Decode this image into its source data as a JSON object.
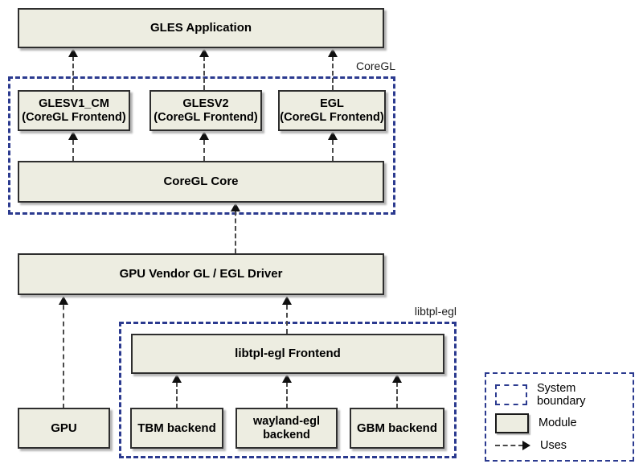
{
  "diagram": {
    "nodes": {
      "gles_app": {
        "label": "GLES Application"
      },
      "glesv1_cm": {
        "line1": "GLESV1_CM",
        "line2": "(CoreGL Frontend)"
      },
      "glesv2": {
        "line1": "GLESV2",
        "line2": "(CoreGL Frontend)"
      },
      "egl": {
        "line1": "EGL",
        "line2": "(CoreGL Frontend)"
      },
      "coregl_core": {
        "label": "CoreGL Core"
      },
      "gpu_driver": {
        "label": "GPU Vendor GL / EGL Driver"
      },
      "libtpl_frontend": {
        "label": "libtpl-egl Frontend"
      },
      "gpu": {
        "label": "GPU"
      },
      "tbm_backend": {
        "label": "TBM backend"
      },
      "wayland_backend": {
        "line1": "wayland-egl",
        "line2": "backend"
      },
      "gbm_backend": {
        "label": "GBM backend"
      }
    },
    "boundaries": {
      "coregl": {
        "label": "CoreGL"
      },
      "libtpl": {
        "label": "libtpl-egl"
      }
    },
    "edges": [
      {
        "from": "glesv1_cm",
        "to": "gles_app",
        "type": "uses"
      },
      {
        "from": "glesv2",
        "to": "gles_app",
        "type": "uses"
      },
      {
        "from": "egl",
        "to": "gles_app",
        "type": "uses"
      },
      {
        "from": "coregl_core",
        "to": "glesv1_cm",
        "type": "uses"
      },
      {
        "from": "coregl_core",
        "to": "glesv2",
        "type": "uses"
      },
      {
        "from": "coregl_core",
        "to": "egl",
        "type": "uses"
      },
      {
        "from": "gpu_driver",
        "to": "coregl_core",
        "type": "uses"
      },
      {
        "from": "gpu",
        "to": "gpu_driver",
        "type": "uses"
      },
      {
        "from": "libtpl_frontend",
        "to": "gpu_driver",
        "type": "uses"
      },
      {
        "from": "tbm_backend",
        "to": "libtpl_frontend",
        "type": "uses"
      },
      {
        "from": "wayland_backend",
        "to": "libtpl_frontend",
        "type": "uses"
      },
      {
        "from": "gbm_backend",
        "to": "libtpl_frontend",
        "type": "uses"
      }
    ],
    "legend": {
      "system_boundary": "System boundary",
      "module": "Module",
      "uses": "Uses"
    },
    "colors": {
      "module_fill": "#EDEDE1",
      "module_border": "#2E2E2E",
      "boundary": "#2B3A8F",
      "connector": "#4A4A4A",
      "background": "#FFFFFF",
      "text": "#000000"
    }
  }
}
